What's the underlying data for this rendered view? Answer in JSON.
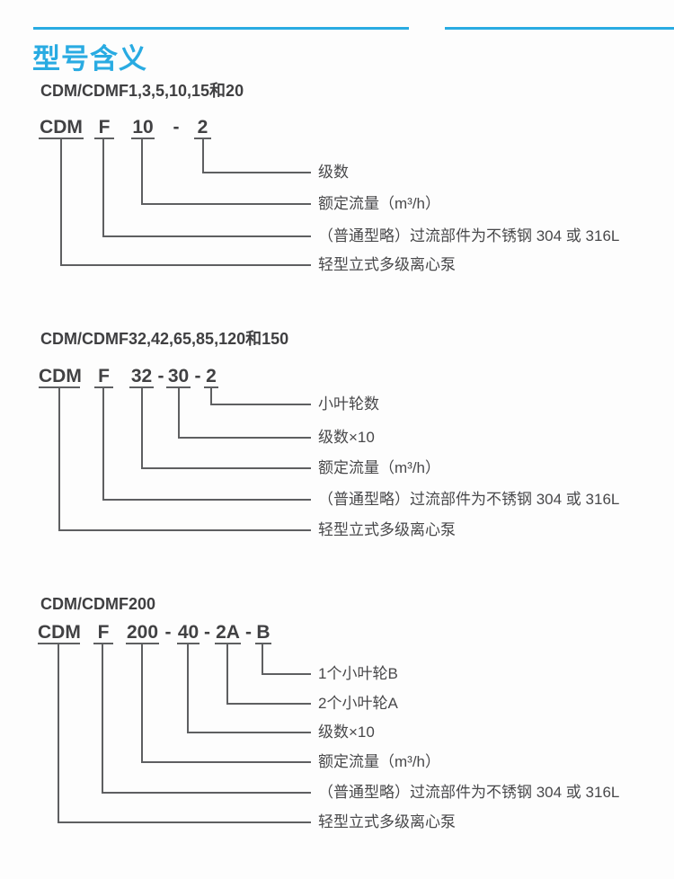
{
  "page": {
    "title": "型号含义",
    "accent_color": "#29abe2",
    "line_color": "#5e5f61"
  },
  "sections": [
    {
      "header": "CDM/CDMF1,3,5,10,15和20",
      "code": {
        "series": "CDM",
        "material_flag": "F",
        "flow": "10",
        "dash1": "-",
        "stages": "2"
      },
      "labels": {
        "stages": "级数",
        "flow": "额定流量（m³/h）",
        "material": "（普通型略）过流部件为不锈钢 304 或 316L",
        "type": "轻型立式多级离心泵"
      }
    },
    {
      "header": "CDM/CDMF32,42,65,85,120和150",
      "code": {
        "series": "CDM",
        "material_flag": "F",
        "flow": "32",
        "dash1": "-",
        "stages10": "30",
        "dash2": "-",
        "small_impellers": "2"
      },
      "labels": {
        "small_impellers": "小叶轮数",
        "stages10": "级数×10",
        "flow": "额定流量（m³/h）",
        "material": "（普通型略）过流部件为不锈钢 304 或 316L",
        "type": "轻型立式多级离心泵"
      }
    },
    {
      "header": "CDM/CDMF200",
      "code": {
        "series": "CDM",
        "material_flag": "F",
        "flow": "200",
        "dash1": "-",
        "stages10": "40",
        "dash2": "-",
        "impeller_a": "2A",
        "dash3": "-",
        "impeller_b": "B"
      },
      "labels": {
        "impeller_b": "1个小叶轮B",
        "impeller_a": "2个小叶轮A",
        "stages10": "级数×10",
        "flow": "额定流量（m³/h）",
        "material": "（普通型略）过流部件为不锈钢 304 或 316L",
        "type": "轻型立式多级离心泵"
      }
    }
  ]
}
